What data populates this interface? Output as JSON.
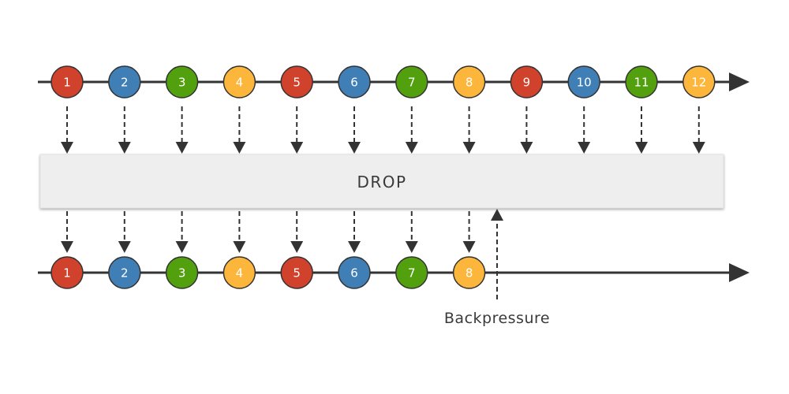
{
  "operator": {
    "label": "DROP",
    "box_color": "#eeeeee"
  },
  "palette": {
    "red": "#d0422b",
    "blue": "#3f7fb5",
    "green": "#53a00f",
    "yellow": "#fdb63c",
    "line": "#333333",
    "arrow": "#333333",
    "text": "#3a3a3a"
  },
  "input_marbles": [
    {
      "label": "1",
      "color": "red"
    },
    {
      "label": "2",
      "color": "blue"
    },
    {
      "label": "3",
      "color": "green"
    },
    {
      "label": "4",
      "color": "yellow"
    },
    {
      "label": "5",
      "color": "red"
    },
    {
      "label": "6",
      "color": "blue"
    },
    {
      "label": "7",
      "color": "green"
    },
    {
      "label": "8",
      "color": "yellow"
    },
    {
      "label": "9",
      "color": "red"
    },
    {
      "label": "10",
      "color": "blue"
    },
    {
      "label": "11",
      "color": "green"
    },
    {
      "label": "12",
      "color": "yellow"
    }
  ],
  "output_marbles": [
    {
      "label": "1",
      "color": "red"
    },
    {
      "label": "2",
      "color": "blue"
    },
    {
      "label": "3",
      "color": "green"
    },
    {
      "label": "4",
      "color": "yellow"
    },
    {
      "label": "5",
      "color": "red"
    },
    {
      "label": "6",
      "color": "blue"
    },
    {
      "label": "7",
      "color": "green"
    },
    {
      "label": "8",
      "color": "yellow"
    }
  ],
  "backpressure": {
    "label": "Backpressure"
  }
}
